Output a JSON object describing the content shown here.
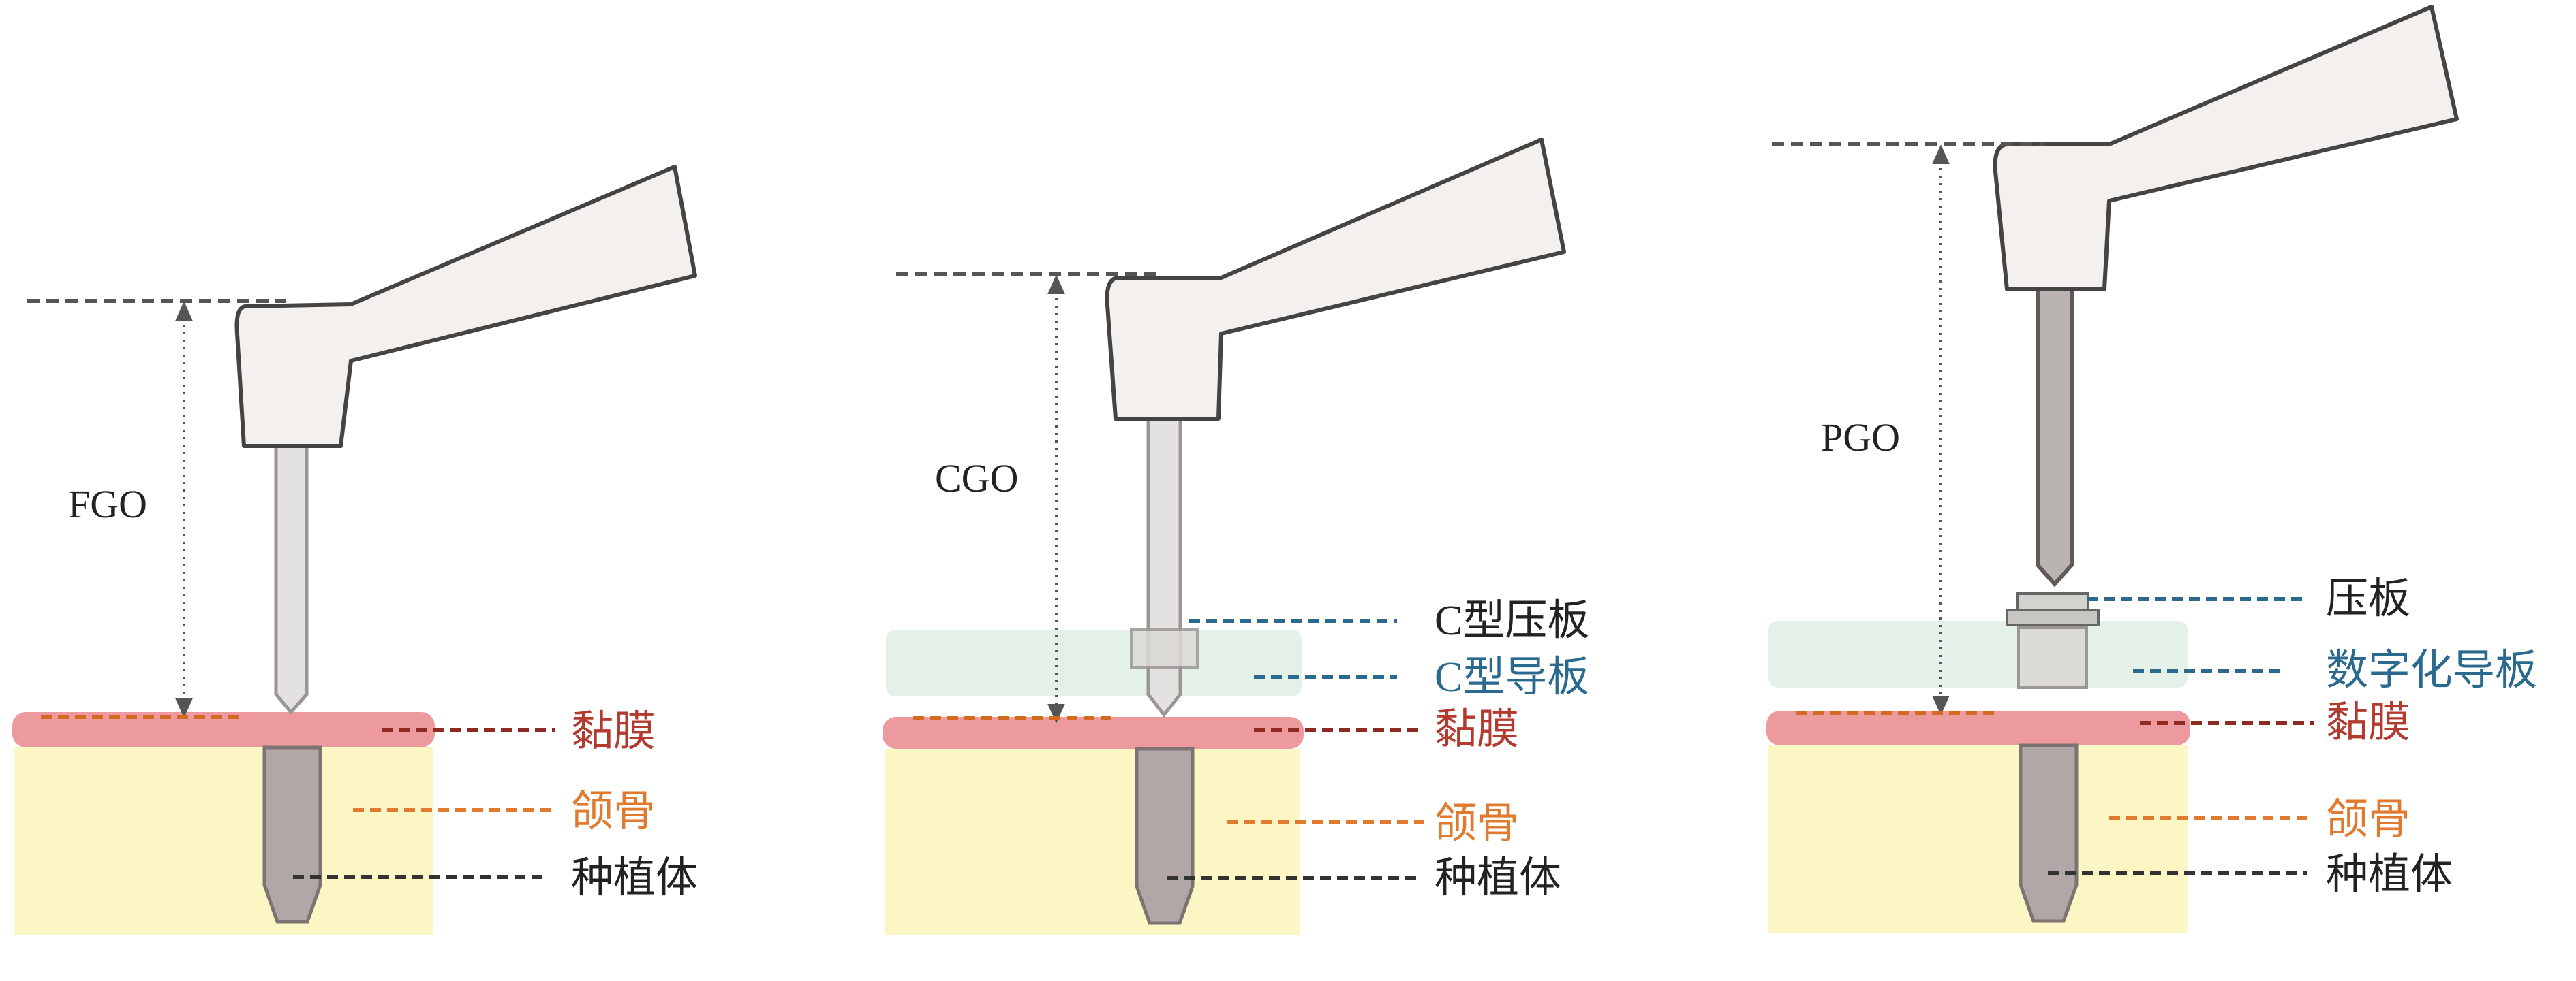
{
  "colors": {
    "mucosa": "#c0392b",
    "bone": "#e07a2f",
    "implant": "#222222",
    "plate": "#2b6a8f",
    "guide": "#2b6a8f",
    "mucosa_fill": "#ec9a9e",
    "bone_fill": "#fbf6c3",
    "guide_fill": "#e3f1e8"
  },
  "panels": [
    {
      "gap_label": "FGO",
      "labels": {
        "mucosa": "黏膜",
        "bone": "颌骨",
        "implant": "种植体"
      }
    },
    {
      "gap_label": "CGO",
      "labels": {
        "plate": "C型压板",
        "guide": "C型导板",
        "mucosa": "黏膜",
        "bone": "颌骨",
        "implant": "种植体"
      }
    },
    {
      "gap_label": "PGO",
      "labels": {
        "plate": "压板",
        "guide": "数字化导板",
        "mucosa": "黏膜",
        "bone": "颌骨",
        "implant": "种植体"
      }
    }
  ]
}
